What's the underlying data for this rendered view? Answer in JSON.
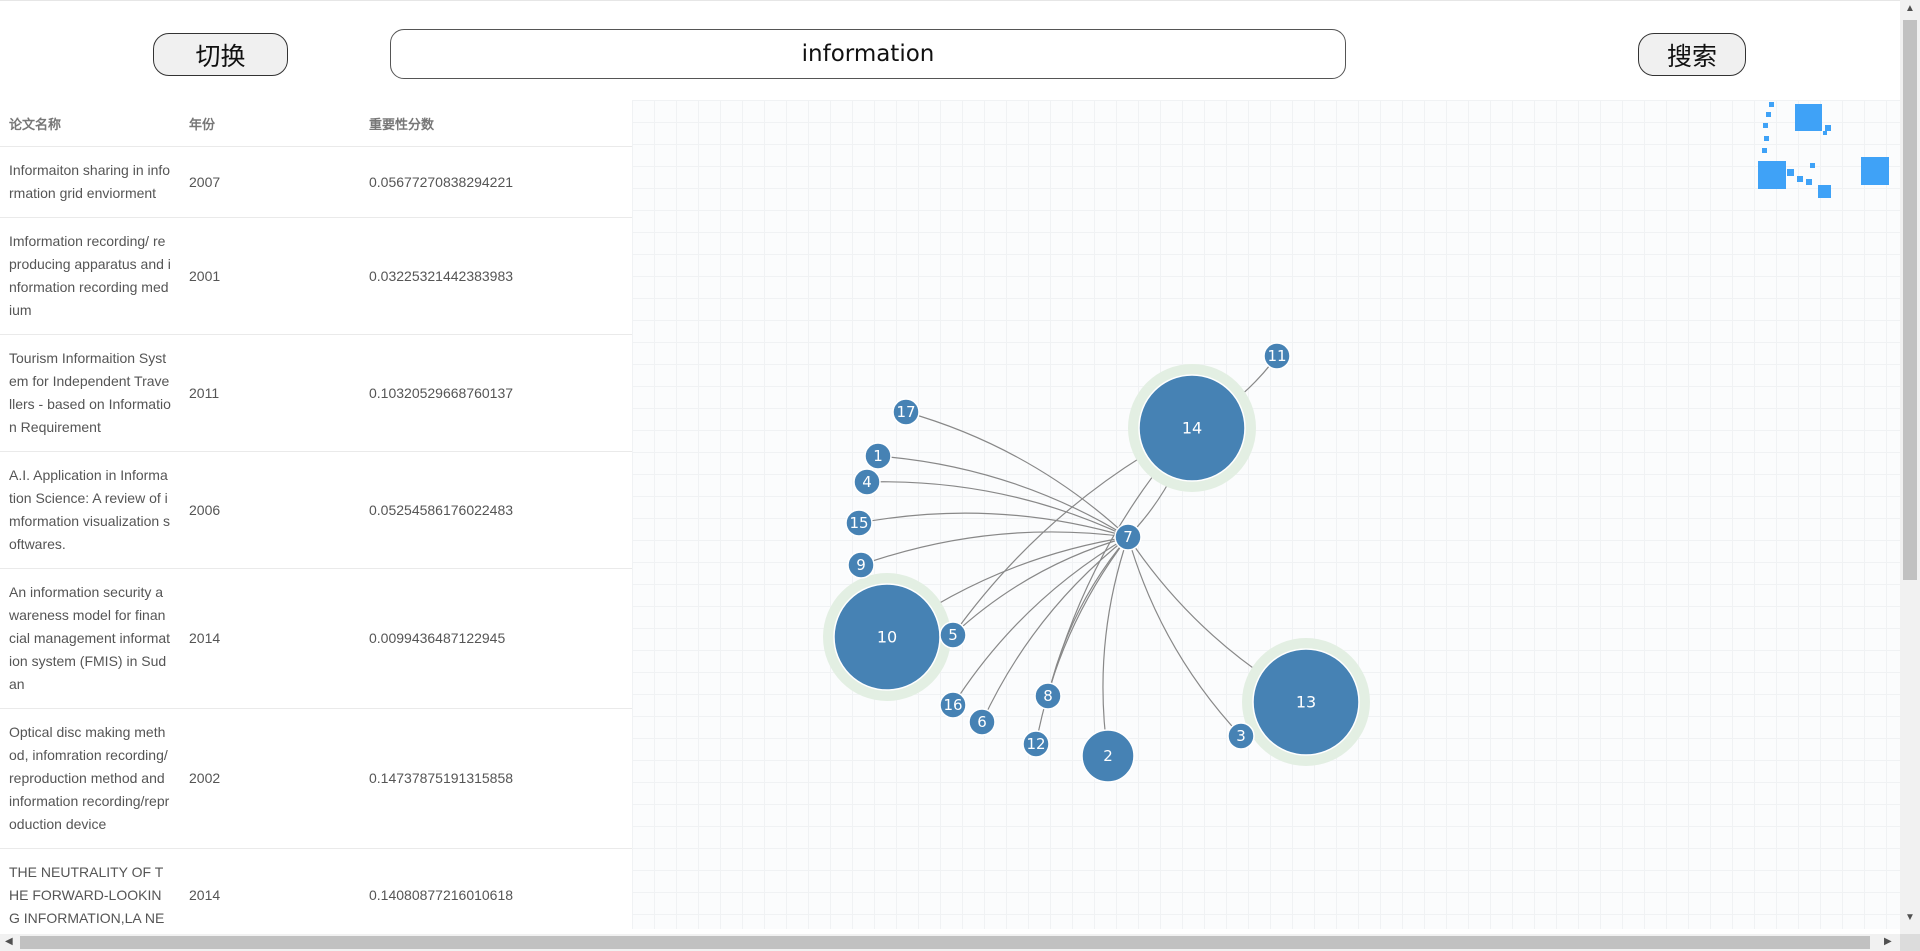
{
  "toolbar": {
    "switch_label": "切换",
    "search_value": "information",
    "search_label": "搜索"
  },
  "table": {
    "headers": [
      "论文名称",
      "年份",
      "重要性分数"
    ],
    "rows": [
      {
        "title": "Informaiton sharing in information grid enviorment",
        "year": "2007",
        "score": "0.05677270838294221"
      },
      {
        "title": "Imformation recording/ reproducing apparatus and information recording medium",
        "year": "2001",
        "score": "0.03225321442383983"
      },
      {
        "title": "Tourism Informaition System for Independent Travellers - based on Information Requirement",
        "year": "2011",
        "score": "0.10320529668760137"
      },
      {
        "title": "A.I. Application in Information Science: A review of imformation visualization softwares.",
        "year": "2006",
        "score": "0.05254586176022483"
      },
      {
        "title": "An information security awareness model for financial management information system (FMIS) in Sudan",
        "year": "2014",
        "score": "0.0099436487122945"
      },
      {
        "title": "Optical disc making method, infomration recording/reproduction method and information recording/reproduction device",
        "year": "2002",
        "score": "0.14737875191315858"
      },
      {
        "title": "THE NEUTRALITY OF THE FORWARD-LOOKING INFORMATION,LA NE",
        "year": "2014",
        "score": "0.14080877216010618"
      }
    ]
  },
  "graph": {
    "node_color": "#4682b4",
    "halo_color": "#e3efe3",
    "center": "7",
    "nodes": [
      {
        "id": "7"
      },
      {
        "id": "14",
        "size": "large"
      },
      {
        "id": "10",
        "size": "large"
      },
      {
        "id": "13",
        "size": "large"
      },
      {
        "id": "2",
        "size": "medium"
      },
      {
        "id": "11"
      },
      {
        "id": "17"
      },
      {
        "id": "1"
      },
      {
        "id": "4"
      },
      {
        "id": "15"
      },
      {
        "id": "9"
      },
      {
        "id": "5"
      },
      {
        "id": "16"
      },
      {
        "id": "6"
      },
      {
        "id": "8"
      },
      {
        "id": "12"
      },
      {
        "id": "3"
      }
    ],
    "links": [
      [
        "7",
        "17"
      ],
      [
        "7",
        "1"
      ],
      [
        "7",
        "4"
      ],
      [
        "7",
        "15"
      ],
      [
        "7",
        "9"
      ],
      [
        "7",
        "10"
      ],
      [
        "7",
        "5"
      ],
      [
        "7",
        "16"
      ],
      [
        "7",
        "6"
      ],
      [
        "7",
        "8"
      ],
      [
        "7",
        "12"
      ],
      [
        "7",
        "2"
      ],
      [
        "7",
        "3"
      ],
      [
        "7",
        "13"
      ],
      [
        "7",
        "14"
      ],
      [
        "14",
        "11"
      ],
      [
        "14",
        "5"
      ],
      [
        "14",
        "8"
      ]
    ]
  },
  "minimap": {
    "color": "#3fa2f7"
  }
}
